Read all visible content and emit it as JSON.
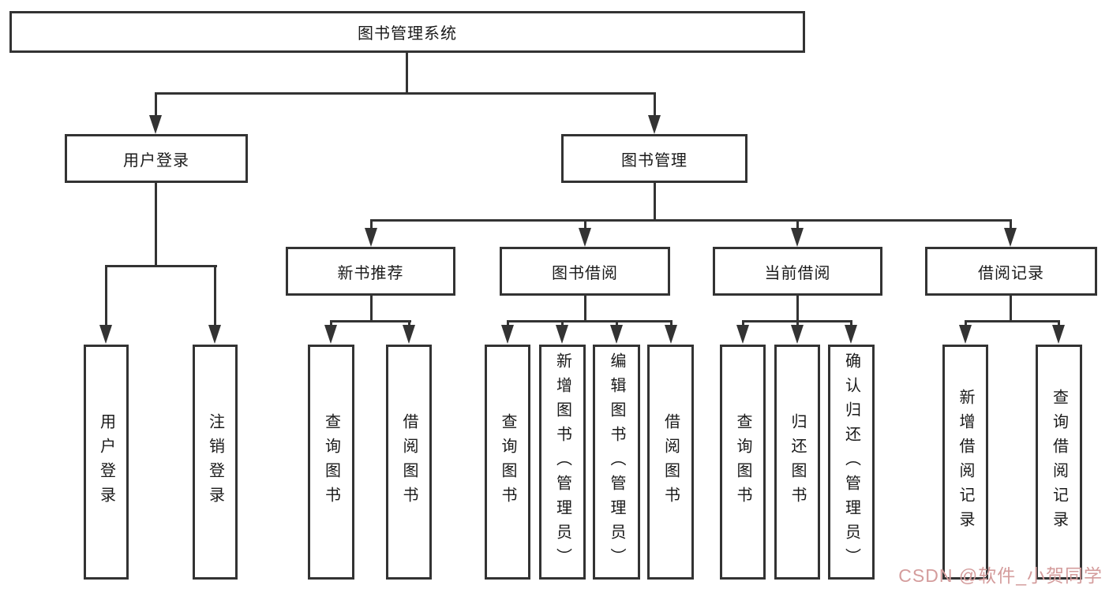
{
  "nodes": {
    "root": "图书管理系统",
    "level2": [
      "用户登录",
      "图书管理"
    ],
    "level3": [
      "新书推荐",
      "图书借阅",
      "当前借阅",
      "借阅记录"
    ],
    "leaves": [
      "用户登录",
      "注销登录",
      "查询图书",
      "借阅图书",
      "查询图书",
      "新增图书（管理员）",
      "编辑图书（管理员）",
      "借阅图书",
      "查询图书",
      "归还图书",
      "确认归还（管理员）",
      "新增借阅记录",
      "查询借阅记录"
    ]
  },
  "watermark": "CSDN @软件_小贺同学",
  "colors": {
    "line": "#333333",
    "text": "#1a1a1a",
    "watermark": "#d49c9c",
    "background": "#ffffff"
  }
}
